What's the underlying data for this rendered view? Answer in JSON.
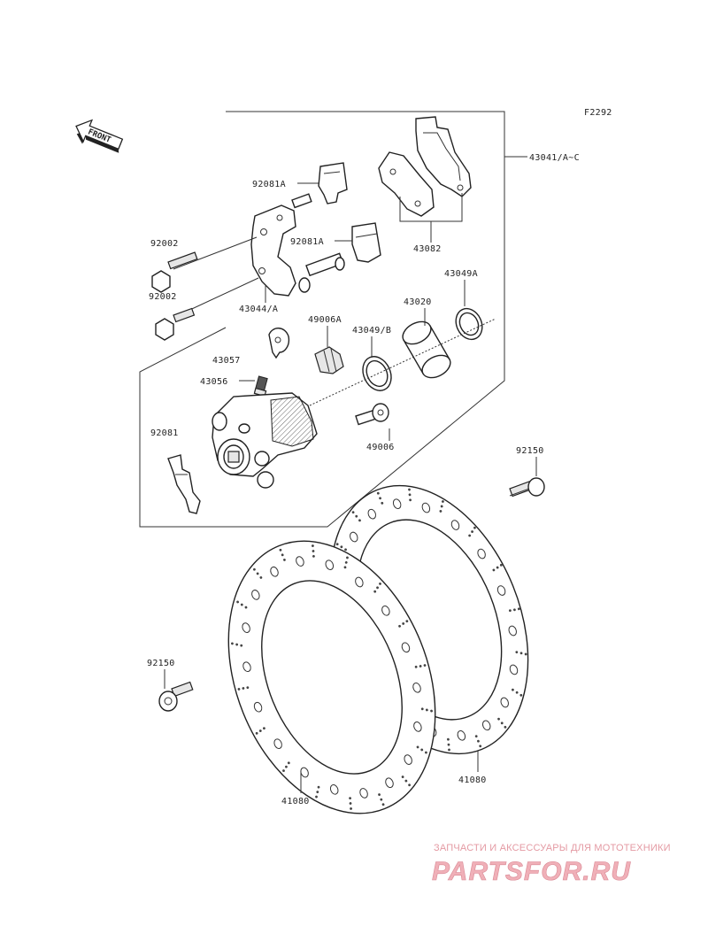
{
  "figure_code": "F2292",
  "front_label": "FRONT",
  "labels": {
    "p43041": "43041/A~C",
    "p92081a_upper": "92081A",
    "p92081a_lower": "92081A",
    "p92002_upper": "92002",
    "p92002_lower": "92002",
    "p43082": "43082",
    "p43044": "43044/A",
    "p43049a": "43049A",
    "p43020": "43020",
    "p49006a": "49006A",
    "p43049b": "43049/B",
    "p43057": "43057",
    "p43056": "43056",
    "p92081": "92081",
    "p49006": "49006",
    "p92150_right": "92150",
    "p92150_left": "92150",
    "p41080_left": "41080",
    "p41080_right": "41080"
  },
  "watermark": {
    "tagline": "ЗАПЧАСТИ И АКСЕССУАРЫ ДЛЯ МОТОТЕХНИКИ",
    "logo": "PARTSFOR.RU"
  }
}
